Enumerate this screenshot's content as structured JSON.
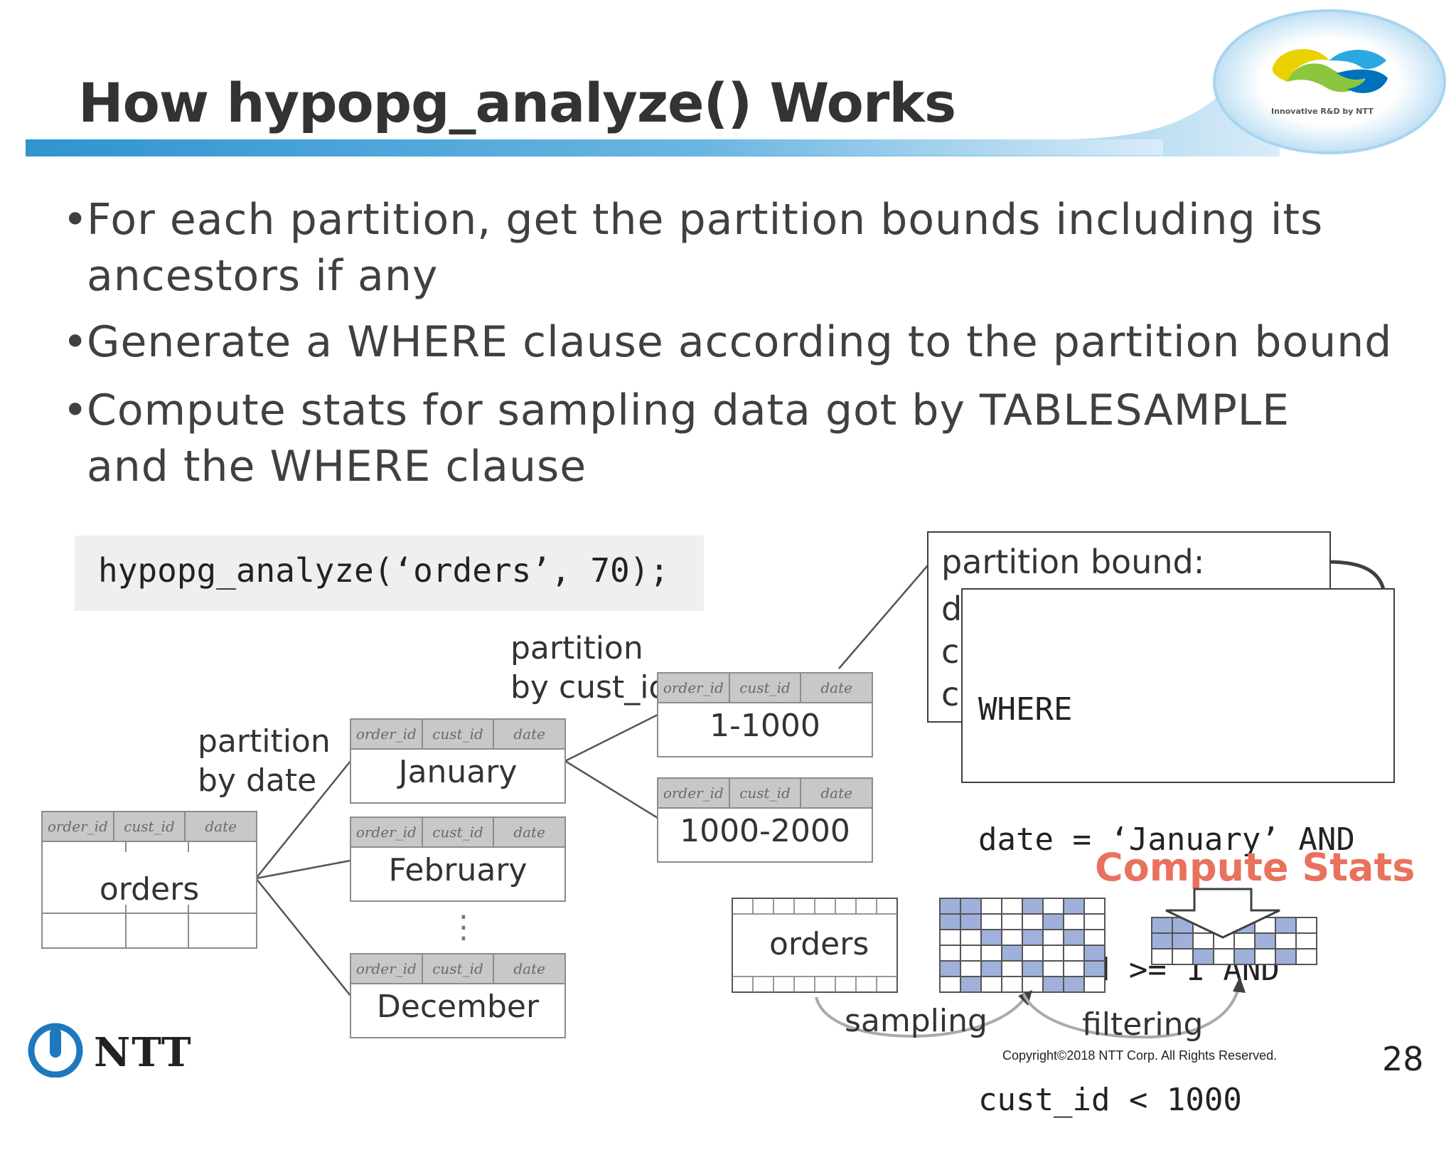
{
  "slide": {
    "title": "How hypopg_analyze() Works",
    "page_number": "28",
    "copyright": "Copyright©2018  NTT Corp. All Rights Reserved.",
    "colors": {
      "title_bar_blue": "#2f94d0",
      "accent_red": "#e8725d",
      "cell_blue": "#9fb0da"
    }
  },
  "logo": {
    "caption": "Innovative R&D by NTT",
    "icon": "swirl-logo-icon"
  },
  "brand": {
    "name": "NTT",
    "icon": "ntt-logo-icon"
  },
  "bullets": [
    {
      "marker": "•",
      "line1": "For each partition, get the partition bounds including its",
      "line2": "ancestors if any"
    },
    {
      "marker": "•",
      "line1": "Generate a WHERE clause according to the partition bound"
    },
    {
      "marker": "•",
      "line1": "Compute stats for sampling data got by TABLESAMPLE",
      "line2": "and the WHERE clause"
    }
  ],
  "code": "hypopg_analyze(‘orders’, 70);",
  "diagram": {
    "column_headers": [
      "order_id",
      "cust_id",
      "date"
    ],
    "label_partition_date": [
      "partition",
      "by date"
    ],
    "label_partition_cust": [
      "partition",
      "by cust_id"
    ],
    "root_table": "orders",
    "date_partitions": [
      "January",
      "February",
      "December"
    ],
    "ellipsis": "⋮",
    "cust_partitions": [
      "1-1000",
      "1000-2000"
    ]
  },
  "bound_box": {
    "title": "partition bound:",
    "hidden_initials": [
      "d",
      "c",
      "c"
    ],
    "where_lines": [
      "WHERE",
      "date = ‘January’ AND",
      "cust_id >= 1 AND",
      "cust_id < 1000"
    ]
  },
  "compute": {
    "title": "Compute Stats",
    "table_label": "orders",
    "sampling_label": "sampling",
    "filtering_label": "filtering"
  }
}
